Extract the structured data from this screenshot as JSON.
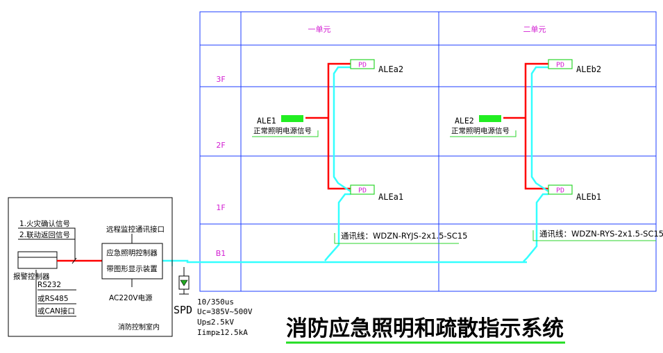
{
  "grid": {
    "units": [
      "一单元",
      "二单元"
    ],
    "floors": [
      "3F",
      "2F",
      "1F",
      "B1"
    ]
  },
  "unit1": {
    "pd_top": "PD",
    "label_top": "ALEa2",
    "pd_bottom": "PD",
    "label_bottom": "ALEa1",
    "ale_label": "ALE1",
    "signal_label": "正常照明电源信号",
    "comm_line": "通讯线：WDZN-RYJS-2x1.5-SC15"
  },
  "unit2": {
    "pd_top": "PD",
    "label_top": "ALEb2",
    "pd_bottom": "PD",
    "label_bottom": "ALEb1",
    "ale_label": "ALE2",
    "signal_label": "正常照明电源信号",
    "comm_line": "通讯线：WDZN-RYS-2x1.5-SC15"
  },
  "control_room": {
    "fire_confirm": "1.火灾确认信号",
    "feedback": "2.联动返回信号",
    "alarm_controller": "报警控制器",
    "rs232": "RS232",
    "rs485": "或RS485",
    "can": "或CAN接口",
    "remote_interface": "远程监控通讯接口",
    "controller_line1": "应急照明控制器",
    "controller_line2": "带图形显示装置",
    "power": "AC220V电源",
    "room_label": "消防控制室内"
  },
  "spd": {
    "label": "SPD",
    "spec1": "10/350us",
    "spec2": "Uc=385V~500V",
    "spec3": "Up≤2.5kV",
    "spec4": "Iimp≥12.5kA"
  },
  "title": "消防应急照明和疏散指示系统",
  "colors": {
    "grid": "#1e3cff",
    "red_wire": "#ff0000",
    "cyan_wire": "#33ffff",
    "green_box": "#2bd62b",
    "magenta_text": "#d21dd2",
    "title_underline": "#22dd22"
  }
}
